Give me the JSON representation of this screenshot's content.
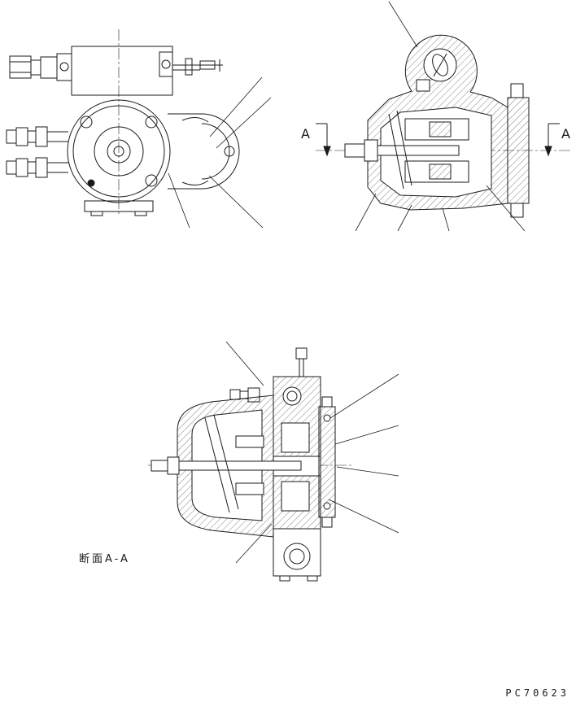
{
  "page": {
    "bg_color": "#ffffff",
    "line_color": "#1a1a1a"
  },
  "labels": {
    "section_arrow_left": "A",
    "section_arrow_right": "A",
    "section_caption": "断面A-A",
    "drawing_number": "PC70623"
  }
}
